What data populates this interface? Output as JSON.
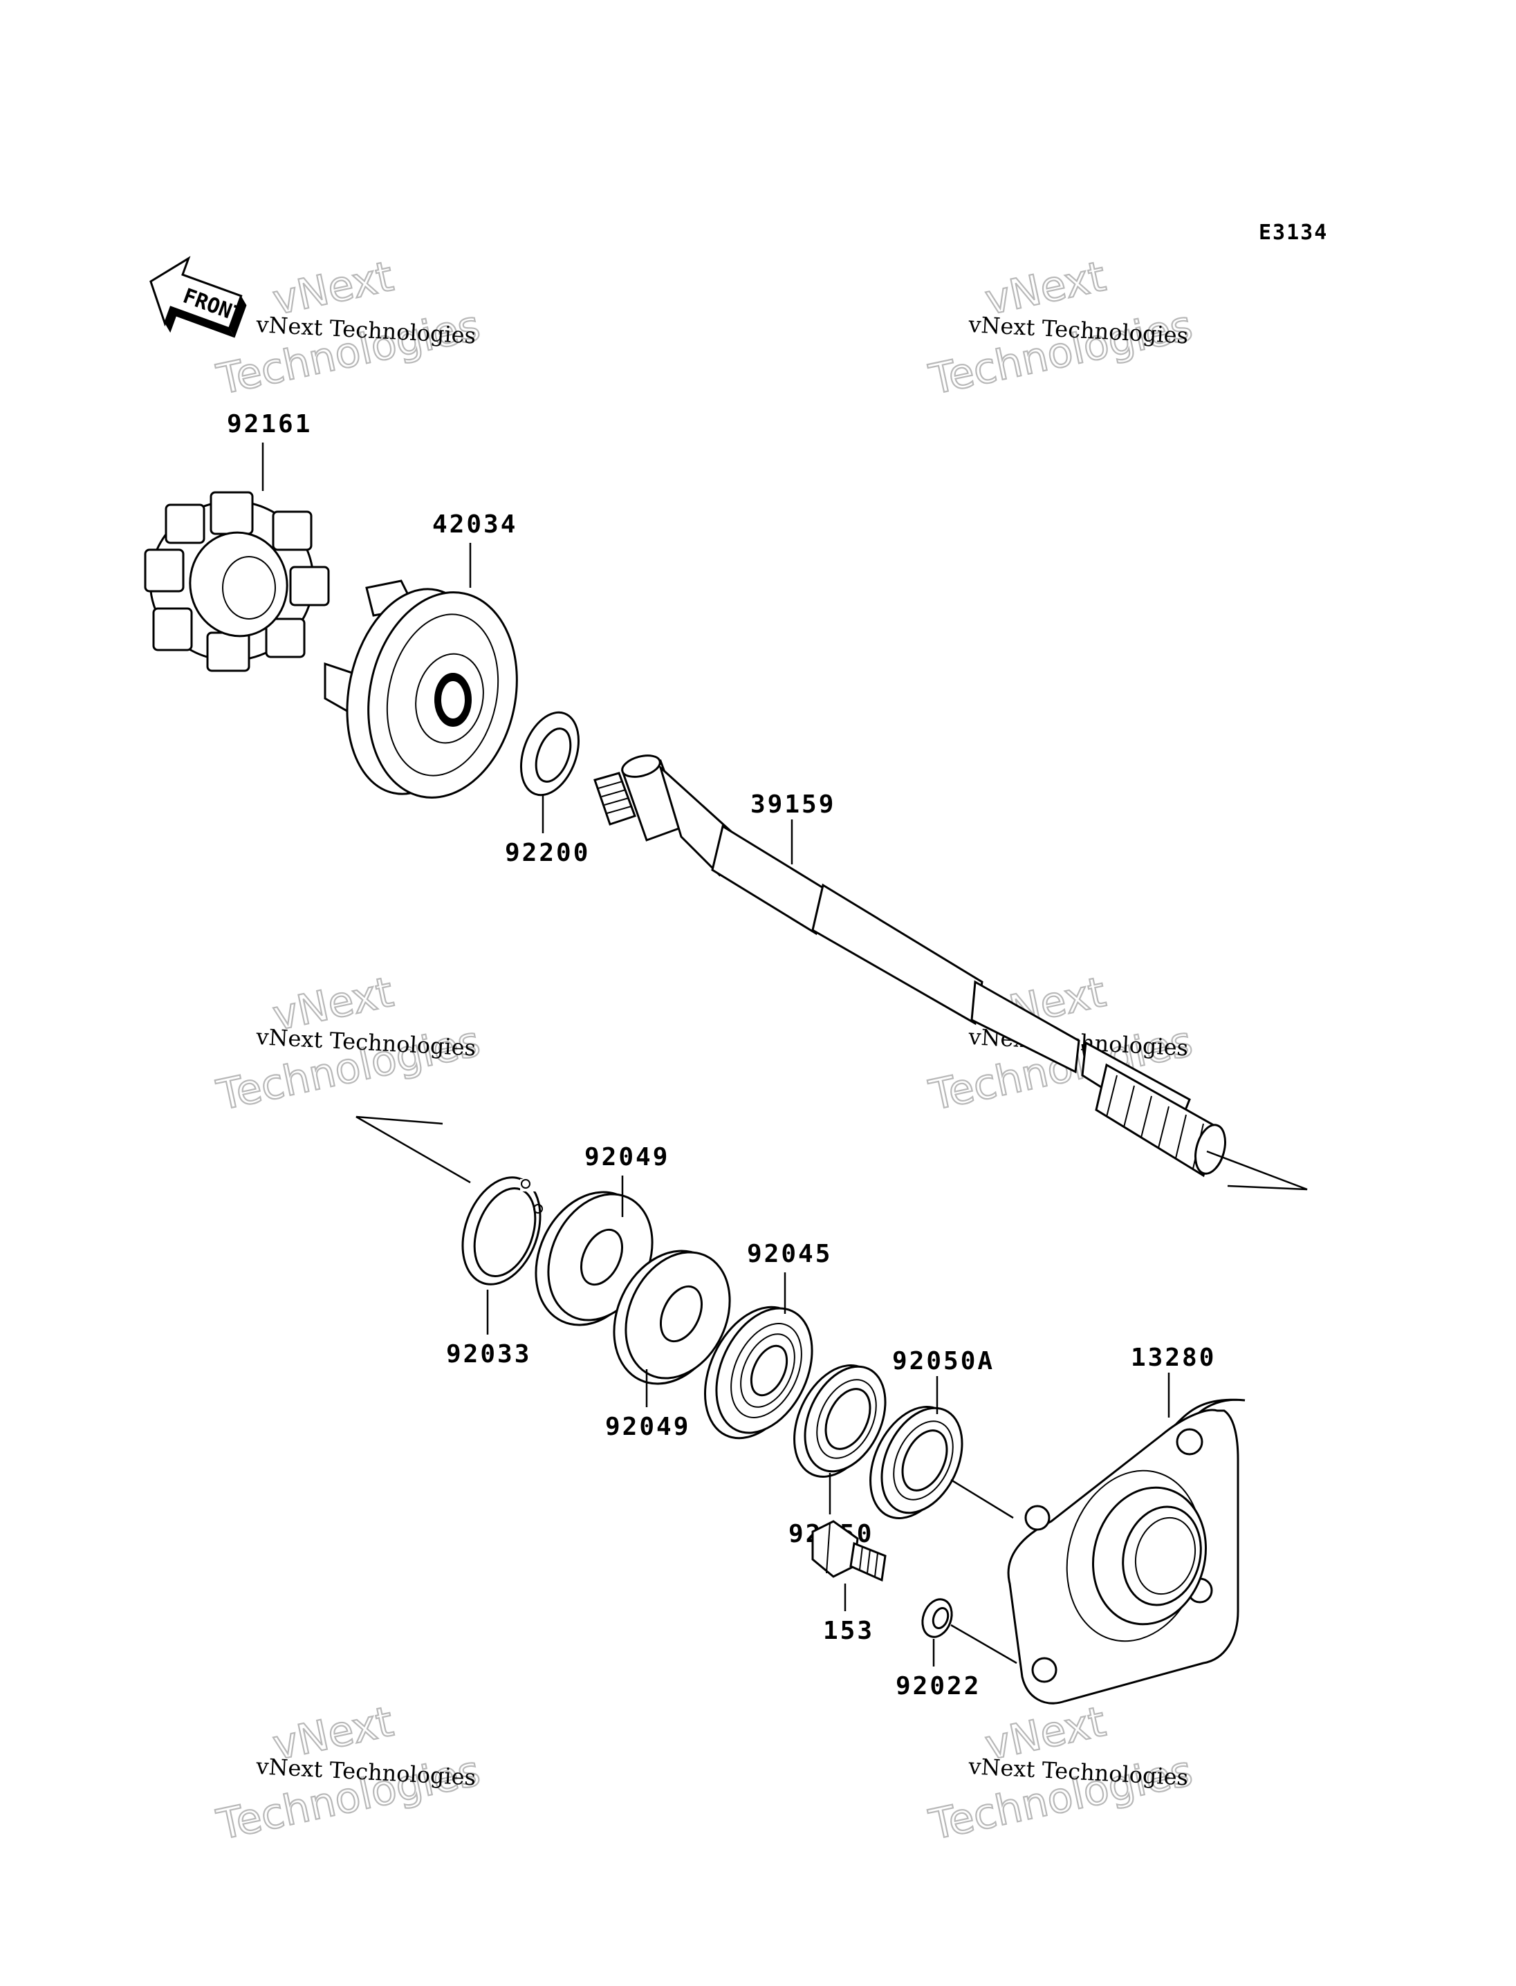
{
  "diagram_code": "E3134",
  "front_label": "FRONT",
  "watermark": {
    "line1": "vNext Technologies",
    "brand_top": "vNext",
    "brand_bottom": "Technologies"
  },
  "parts": {
    "p92161": "92161",
    "p42034": "42034",
    "p92200": "92200",
    "p39159": "39159",
    "p92049a": "92049",
    "p92049b": "92049",
    "p92033": "92033",
    "p92045": "92045",
    "p92050A": "92050A",
    "p13280": "13280",
    "p92050": "92050",
    "p153": "153",
    "p92022": "92022"
  },
  "colors": {
    "line": "#000000",
    "watermark_outline": "#b8b8b8",
    "background": "#ffffff"
  }
}
